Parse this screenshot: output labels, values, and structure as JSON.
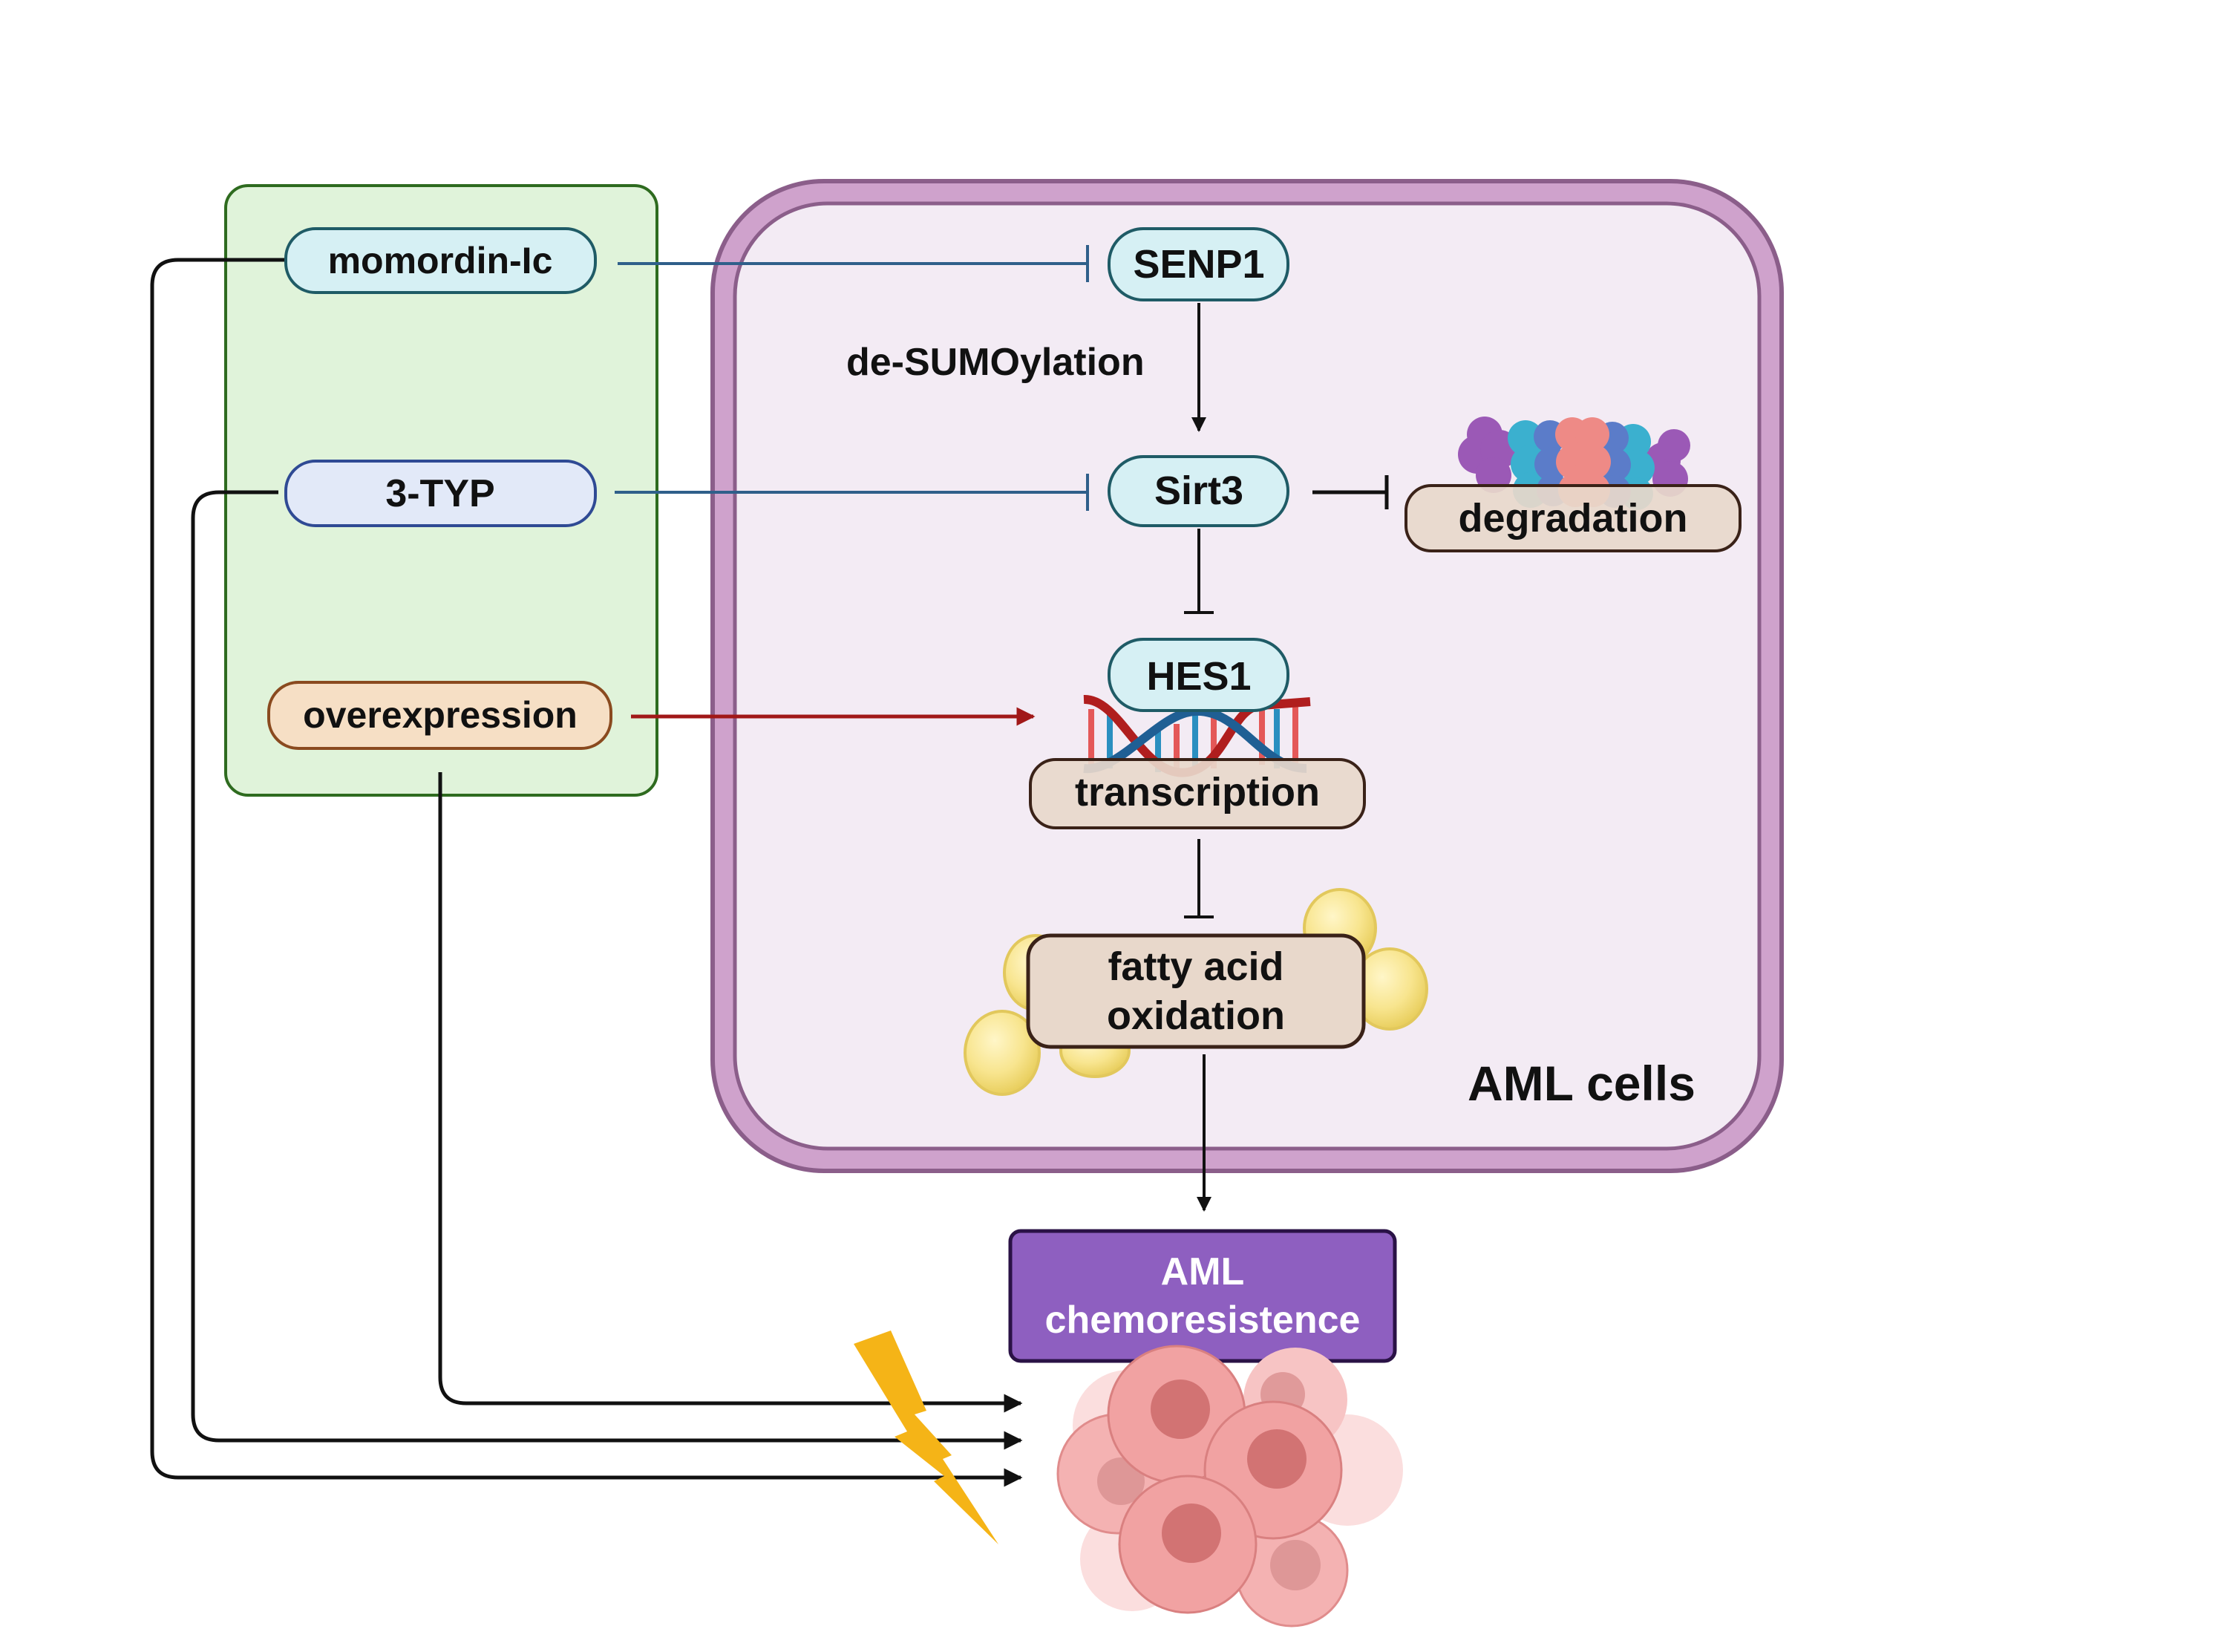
{
  "diagram": {
    "title": "",
    "colors": {
      "green_panel_fill": "#e0f3da",
      "green_panel_border": "#2e6b1f",
      "cell_membrane": "#cfa2cc",
      "cell_membrane_edge": "#8b5e8a",
      "cell_interior": "#f3ebf4",
      "protein_fill": "#d6f0f4",
      "protein_border": "#1f5b66",
      "typ_fill": "#e2e9f8",
      "typ_border": "#2f4a94",
      "process_fill": "#e8d8cb",
      "process_border": "#3a2218",
      "overexpr_fill": "#f6dfc5",
      "overexpr_border": "#8a4a1f",
      "chemo_fill": "#8e5fc0",
      "chemo_border": "#2a1246",
      "inhibit_line": "#2f5f8a",
      "activate_red": "#a11818",
      "arrow_black": "#111111",
      "lightning": "#f5b417",
      "fat_droplet": "#f8e58f",
      "cancer_cell": "#f1a2a2",
      "cancer_nucleus": "#d27373"
    },
    "treatments_panel": {
      "items": [
        {
          "id": "momordin",
          "label": "momordin-Ic"
        },
        {
          "id": "typ",
          "label": "3-TYP"
        },
        {
          "id": "overexpression",
          "label": "overexpression"
        }
      ]
    },
    "cell": {
      "label": "AML cells",
      "nodes": {
        "senp1": "SENP1",
        "sirt3": "Sirt3",
        "hes1": "HES1",
        "transcription": "transcription",
        "degradation": "degradation",
        "fao_line1": "fatty acid",
        "fao_line2": "oxidation"
      },
      "edge_labels": {
        "desumoylation": "de-SUMOylation"
      }
    },
    "outcome": {
      "line1": "AML",
      "line2": "chemoresistence"
    },
    "edges": [
      {
        "from": "momordin-Ic",
        "to": "SENP1",
        "type": "inhibit"
      },
      {
        "from": "3-TYP",
        "to": "Sirt3",
        "type": "inhibit"
      },
      {
        "from": "overexpression",
        "to": "HES1 transcription",
        "type": "activate"
      },
      {
        "from": "SENP1",
        "to": "Sirt3",
        "type": "activate",
        "label": "de-SUMOylation"
      },
      {
        "from": "Sirt3",
        "to": "degradation",
        "type": "inhibit"
      },
      {
        "from": "Sirt3",
        "to": "HES1",
        "type": "inhibit"
      },
      {
        "from": "transcription",
        "to": "fatty acid oxidation",
        "type": "inhibit"
      },
      {
        "from": "fatty acid oxidation",
        "to": "AML chemoresistence",
        "type": "activate"
      },
      {
        "from": "momordin-Ic",
        "to": "AML cell cluster",
        "type": "activate"
      },
      {
        "from": "3-TYP",
        "to": "AML cell cluster",
        "type": "activate"
      },
      {
        "from": "overexpression",
        "to": "AML cell cluster",
        "type": "activate"
      }
    ]
  }
}
